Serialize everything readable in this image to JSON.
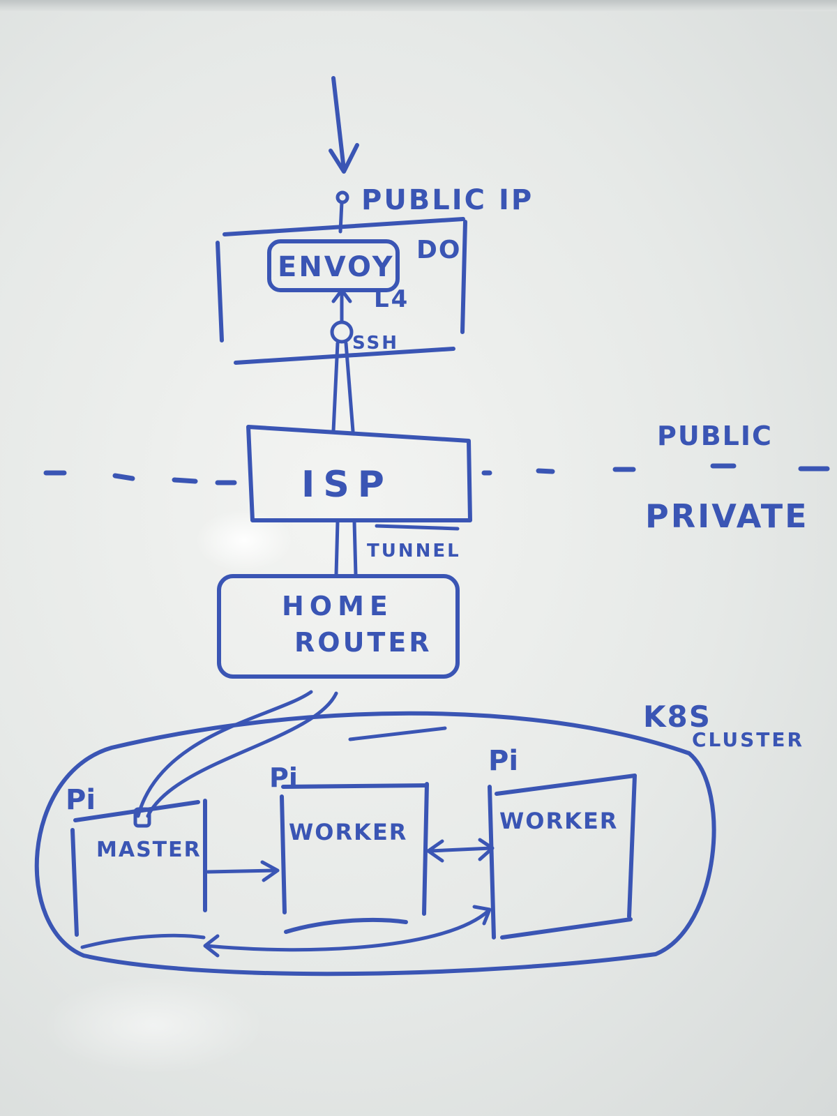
{
  "labels": {
    "public_ip": "PUBLIC IP",
    "envoy": "ENVOY",
    "do": "DO",
    "l4": "L4",
    "ssh": "SSH",
    "isp": "ISP",
    "public": "PUBLIC",
    "private": "PRIVATE",
    "tunnel": "TUNNEL",
    "home_router_line1": "HOME",
    "home_router_line2": "ROUTER",
    "k8s": "K8S",
    "cluster": "CLUSTER",
    "pi_1": "Pi",
    "pi_2": "Pi",
    "pi_3": "Pi",
    "master": "MASTER",
    "worker_1": "WORKER",
    "worker_2": "WORKER"
  },
  "colors": {
    "ink": "#3a55b4",
    "board": "#eceeec"
  }
}
